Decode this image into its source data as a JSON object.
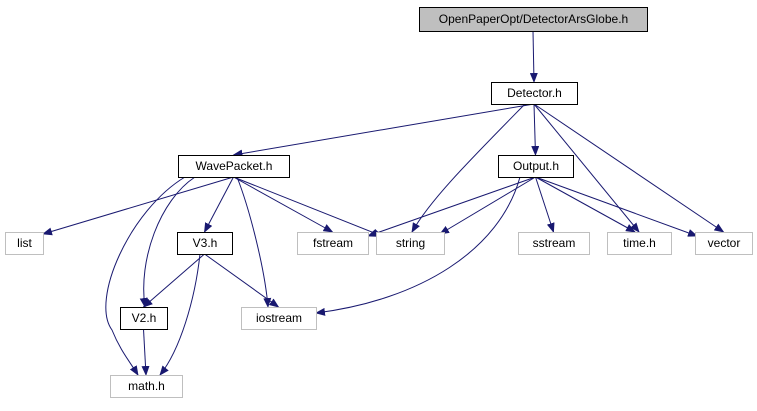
{
  "colors": {
    "edge": "#191970",
    "root_fill": "#bfbfbf",
    "project_border": "#000000",
    "system_border": "#bfbfbf",
    "background": "#ffffff"
  },
  "nodes": {
    "root": {
      "label": "OpenPaperOpt/DetectorArsGlobe.h",
      "kind": "root"
    },
    "detector": {
      "label": "Detector.h",
      "kind": "project"
    },
    "wavepacket": {
      "label": "WavePacket.h",
      "kind": "project"
    },
    "output": {
      "label": "Output.h",
      "kind": "project"
    },
    "v3": {
      "label": "V3.h",
      "kind": "project"
    },
    "v2": {
      "label": "V2.h",
      "kind": "project"
    },
    "list": {
      "label": "list",
      "kind": "system"
    },
    "fstream": {
      "label": "fstream",
      "kind": "system"
    },
    "string": {
      "label": "string",
      "kind": "system"
    },
    "sstream": {
      "label": "sstream",
      "kind": "system"
    },
    "time": {
      "label": "time.h",
      "kind": "system"
    },
    "vector": {
      "label": "vector",
      "kind": "system"
    },
    "iostream": {
      "label": "iostream",
      "kind": "system"
    },
    "math": {
      "label": "math.h",
      "kind": "system"
    }
  },
  "edges": [
    [
      "root",
      "detector"
    ],
    [
      "detector",
      "wavepacket"
    ],
    [
      "detector",
      "output"
    ],
    [
      "detector",
      "string"
    ],
    [
      "detector",
      "time"
    ],
    [
      "detector",
      "vector"
    ],
    [
      "wavepacket",
      "list"
    ],
    [
      "wavepacket",
      "v3"
    ],
    [
      "wavepacket",
      "fstream"
    ],
    [
      "wavepacket",
      "string"
    ],
    [
      "wavepacket",
      "iostream"
    ],
    [
      "wavepacket",
      "v2"
    ],
    [
      "wavepacket",
      "math"
    ],
    [
      "output",
      "fstream"
    ],
    [
      "output",
      "string"
    ],
    [
      "output",
      "sstream"
    ],
    [
      "output",
      "time"
    ],
    [
      "output",
      "vector"
    ],
    [
      "output",
      "iostream"
    ],
    [
      "v3",
      "v2"
    ],
    [
      "v3",
      "iostream"
    ],
    [
      "v3",
      "math"
    ],
    [
      "v2",
      "math"
    ]
  ]
}
